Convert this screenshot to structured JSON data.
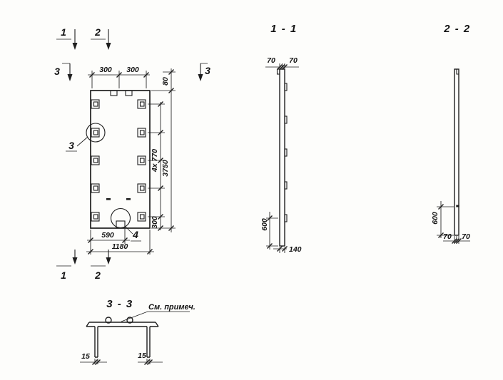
{
  "sheet": {
    "background": "#fdfdfb",
    "ink": "#1e1e1e"
  },
  "plan": {
    "section_marker_1_top": "1",
    "section_marker_2_top": "2",
    "section_marker_1_bottom": "1",
    "section_marker_2_bottom": "2",
    "section_marker_3_left": "3",
    "section_marker_3_right": "3",
    "detail_label_3": "3",
    "detail_label_4": "4",
    "dim_top_left": "300",
    "dim_top_right": "300",
    "dim_notch_depth": "80",
    "dim_anchor_rows": "4x 770",
    "dim_total_height": "3750",
    "dim_bottom_row_offset": "300",
    "dim_bottom_inner": "590",
    "dim_total_width": "1180"
  },
  "section_1_1": {
    "title": "1 - 1",
    "dim_half_left": "70",
    "dim_half_right": "70",
    "dim_bottom_edge": "600",
    "dim_thickness": "140"
  },
  "section_2_2": {
    "title": "2 - 2",
    "dim_bottom_edge": "600",
    "dim_half_left": "70",
    "dim_half_right": "70"
  },
  "section_3_3": {
    "title": "3 - 3",
    "note": "См. примеч.",
    "dim_leg_left": "15",
    "dim_leg_right": "15"
  }
}
